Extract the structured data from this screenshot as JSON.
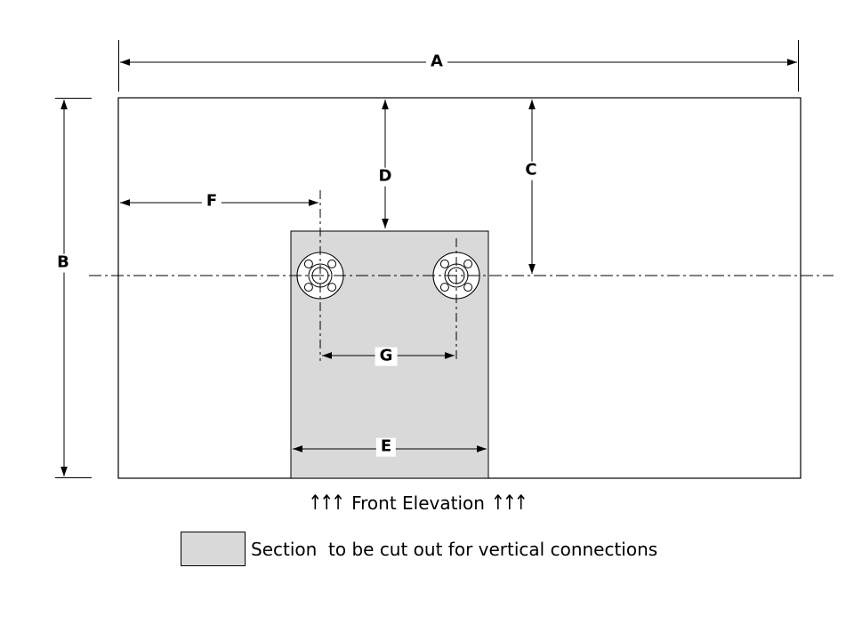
{
  "diagram": {
    "dim_labels": {
      "A": "A",
      "B": "B",
      "C": "C",
      "D": "D",
      "E": "E",
      "F": "F",
      "G": "G"
    },
    "caption": {
      "arrows_left": "↑↑↑",
      "text": "Front Elevation",
      "arrows_right": "↑↑↑"
    },
    "legend": {
      "text": "Section  to be cut out for vertical connections"
    },
    "colors": {
      "section_fill": "#d9d9d9",
      "line": "#000000"
    }
  }
}
